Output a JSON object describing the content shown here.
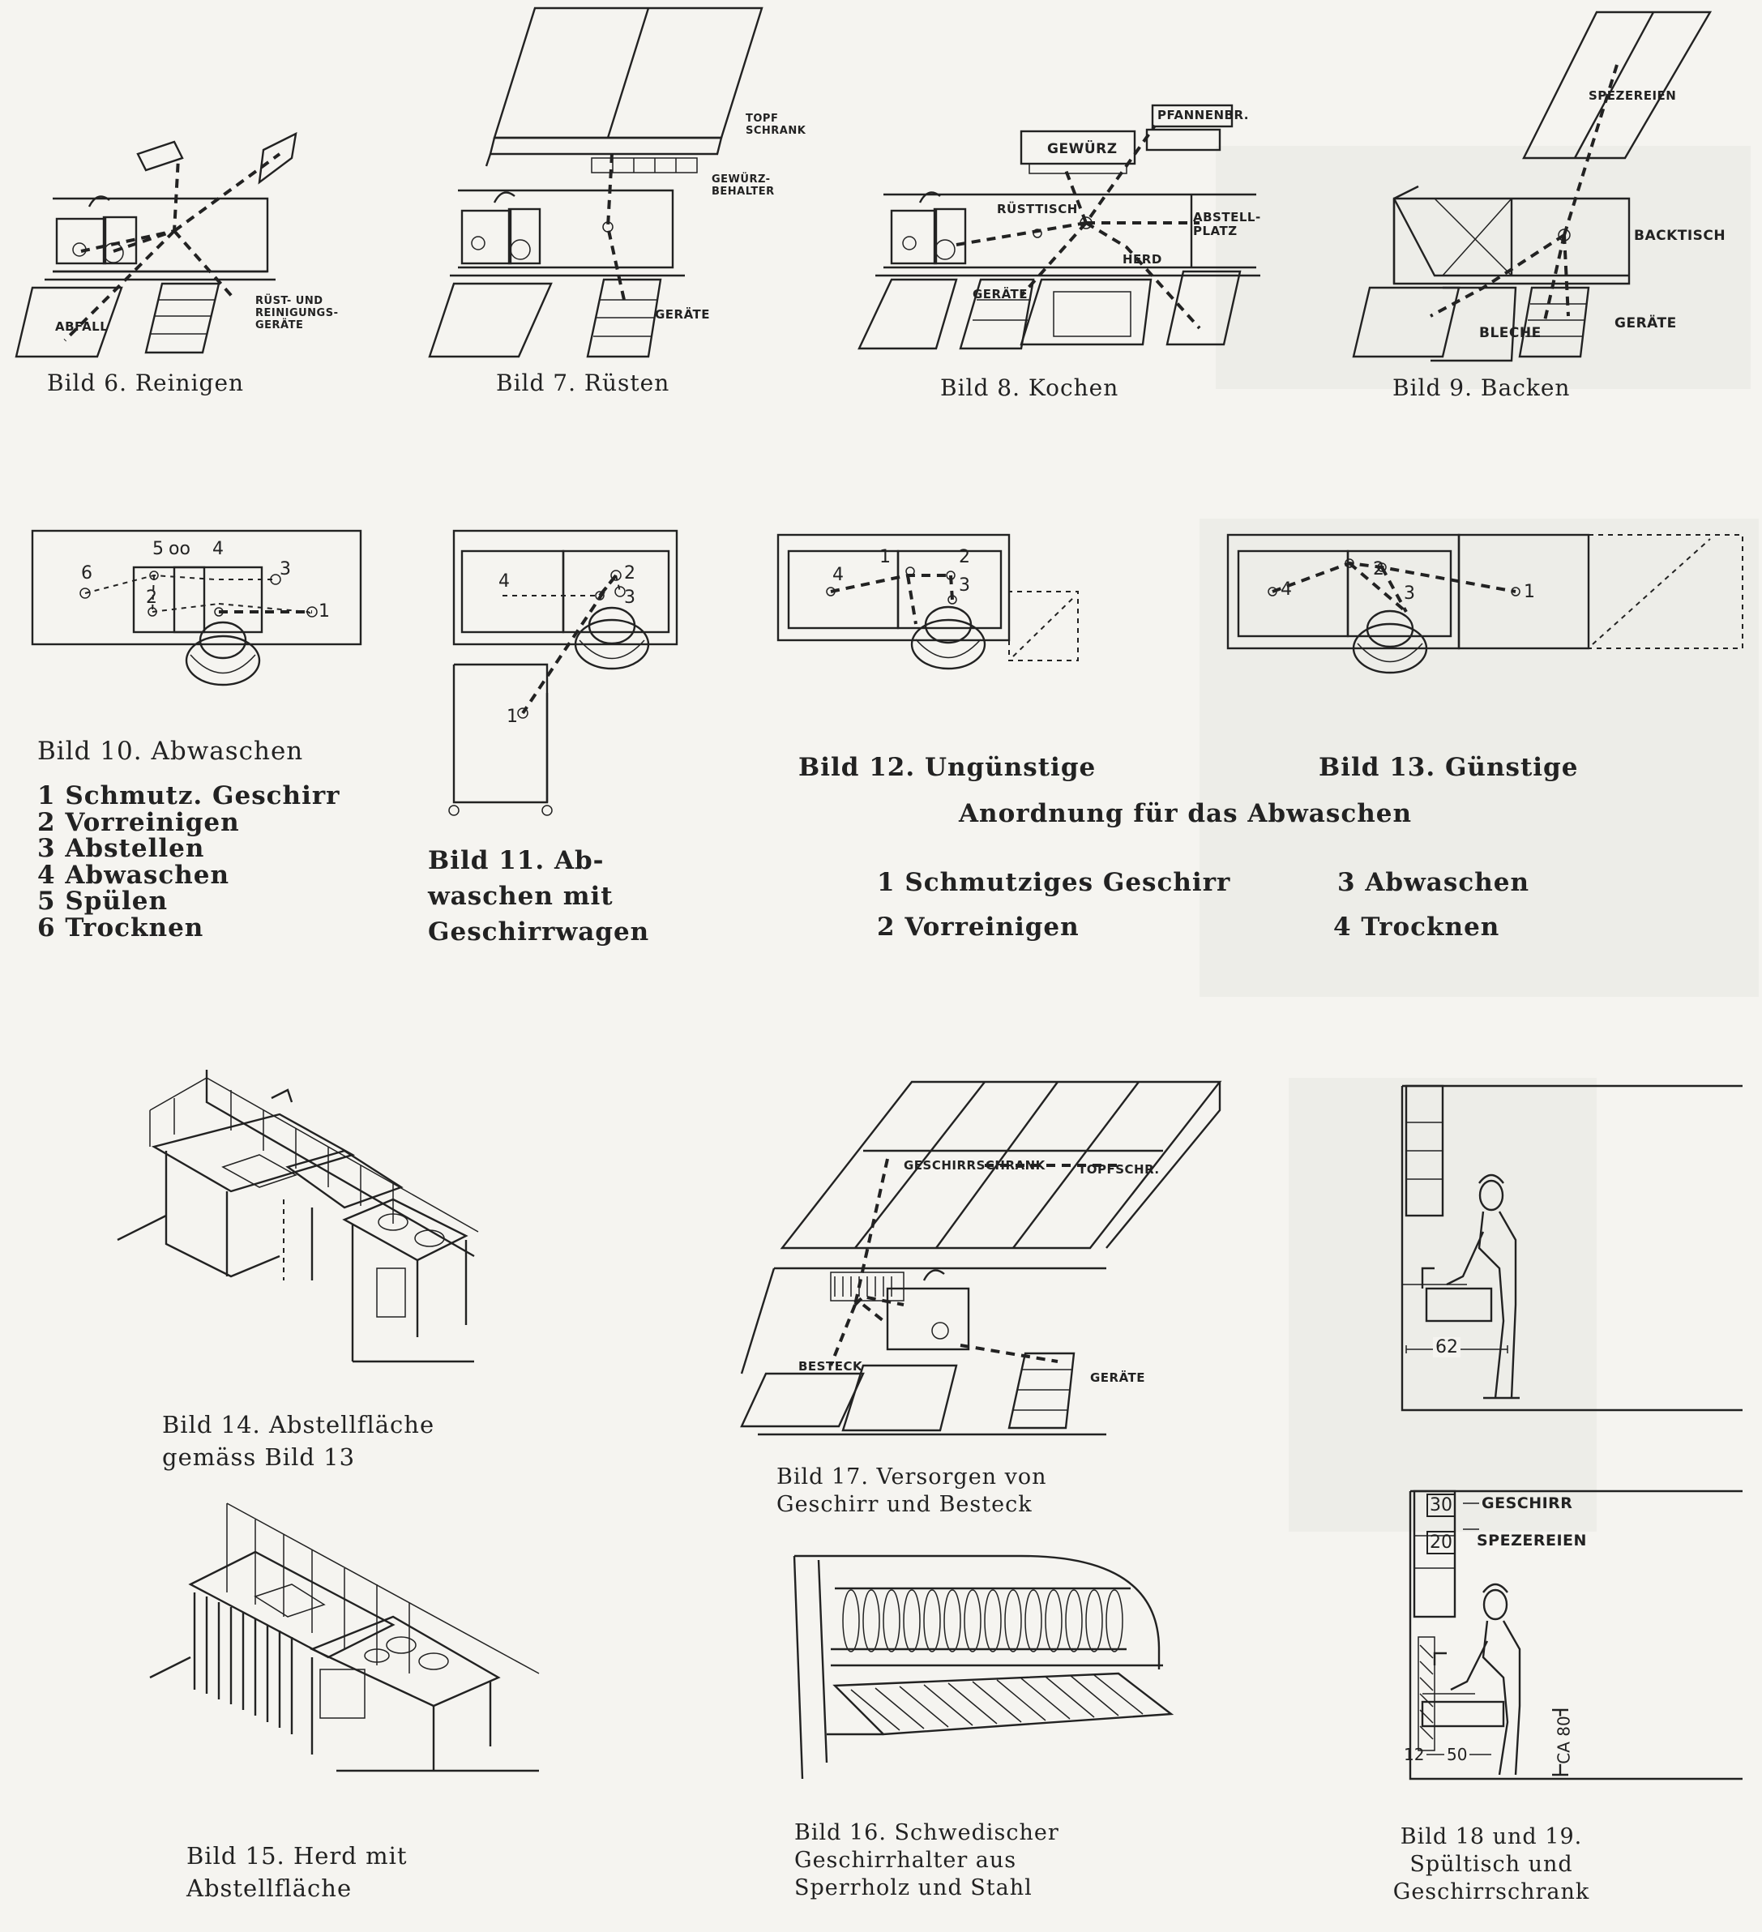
{
  "captions": {
    "bild6": "Bild 6.  Reinigen",
    "bild7": "Bild 7.  Rüsten",
    "bild8": "Bild 8.  Kochen",
    "bild9": "Bild 9.  Backen",
    "bild10": "Bild 10.  Abwaschen",
    "bild11": [
      "Bild 11.  Ab-",
      "waschen mit",
      "Geschirrwagen"
    ],
    "bild12": "Bild 12.  Ungünstige",
    "bild13": "Bild 13.  Günstige",
    "bild12_13_sub": "Anordnung für das Abwaschen",
    "bild14": [
      "Bild 14.  Abstellfläche",
      "gemäss Bild 13"
    ],
    "bild15": [
      "Bild 15.  Herd mit",
      "Abstellfläche"
    ],
    "bild16": [
      "Bild 16.  Schwedischer",
      "Geschirrhalter aus",
      "Sperrholz und Stahl"
    ],
    "bild17": [
      "Bild 17.  Versorgen von",
      "Geschirr und Besteck"
    ],
    "bild18": [
      "Bild 18 und 19.",
      "Spültisch  und",
      "Geschirrschrank"
    ]
  },
  "legend10": [
    "1 Schmutz.  Geschirr",
    "2 Vorreinigen",
    "3 Abstellen",
    "4 Abwaschen",
    "5 Spülen",
    "6 Trocknen"
  ],
  "legend12_13": {
    "left": [
      "1 Schmutziges Geschirr",
      "2 Vorreinigen"
    ],
    "right": [
      "3 Abwaschen",
      "4 Trocknen"
    ]
  },
  "labels": {
    "abfall": "ABFALL",
    "ruest_geraete": [
      "RÜST- UND",
      "REINIGUNGS-",
      "GERÄTE"
    ],
    "topfschrank": [
      "TOPF",
      "SCHRANK"
    ],
    "gewuerzbehalter": [
      "GEWÜRZ-",
      "BEHALTER"
    ],
    "geraete": "GERÄTE",
    "pfannenbr": "PFANNENBR.",
    "gewuerz": "GEWÜRZ",
    "ruesttisch": "RÜSTTISCH",
    "abstellplatz": [
      "ABSTELL-",
      "PLATZ"
    ],
    "herd": "HERD",
    "spezereien": "SPEZEREIEN",
    "backtisch": "BACKTISCH",
    "bleche": "BLECHE",
    "geschirrschrank": "GESCHIRRSCHRANK",
    "topfschr": "TOPFSCHR.",
    "besteck": "BESTECK",
    "geschirr": "GESCHIRR"
  },
  "dimensions": {
    "d62": "62",
    "d30": "30",
    "d20": "20",
    "d12": "12",
    "d50": "50",
    "ca80": "CA 80"
  },
  "plan_numbers": {
    "n1": "1",
    "n2": "2",
    "n3": "3",
    "n4": "4",
    "n5": "5",
    "n6": "6"
  }
}
